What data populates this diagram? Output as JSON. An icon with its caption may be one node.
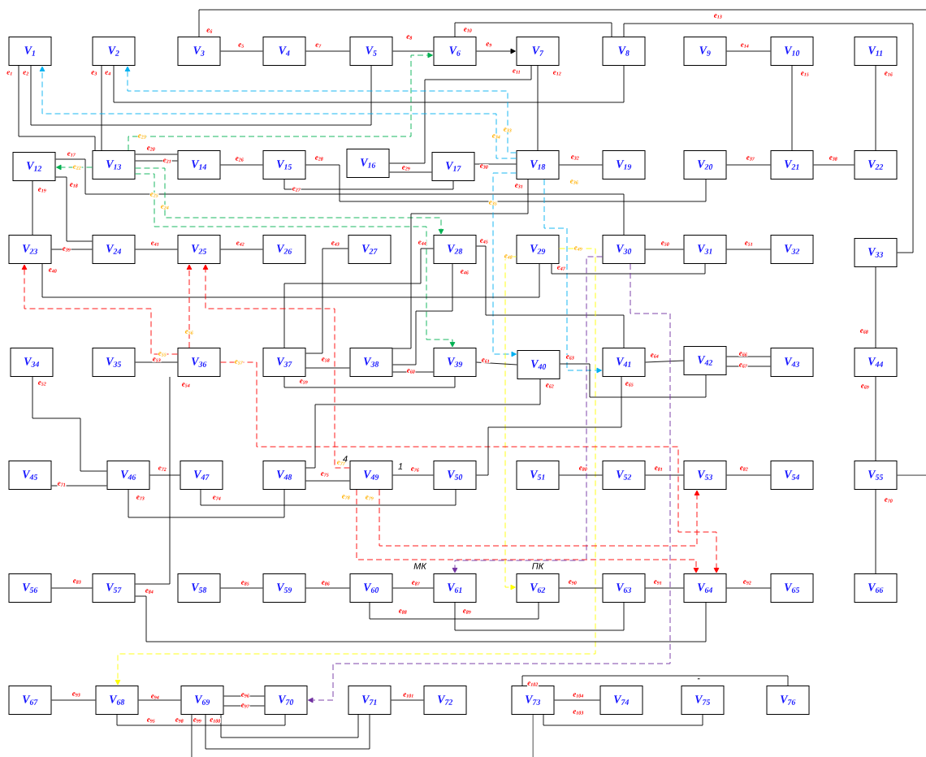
{
  "diagram": {
    "nodes": [
      {
        "text": [
          "V$_{1}$"
        ]
      },
      {
        "text": [
          "V$_{2}$"
        ]
      },
      {
        "text": [
          "V$_{3}$"
        ]
      },
      {
        "text": [
          "V$_{4}$"
        ]
      },
      {
        "text": [
          "V$_{5}$"
        ]
      },
      {
        "text": [
          "V$_{6}$"
        ]
      },
      {
        "text": [
          "V$_{7}$"
        ]
      },
      {
        "text": [
          "V$_{8}$"
        ]
      },
      {
        "text": [
          "V$_{9}$"
        ]
      },
      {
        "text": [
          "V$_{10}$"
        ]
      },
      {
        "text": [
          "V$_{11}$"
        ]
      },
      {
        "text": [
          "V$_{12}$"
        ]
      },
      {
        "text": [
          "V$_{13}$"
        ]
      },
      {
        "text": [
          "V$_{14}$"
        ]
      },
      {
        "text": [
          "V$_{15}$"
        ]
      },
      {
        "text": [
          "V$_{16}$"
        ]
      },
      {
        "text": [
          "V$_{17}$"
        ]
      },
      {
        "text": [
          "V$_{18}$"
        ]
      },
      {
        "text": [
          "V$_{19}$"
        ]
      },
      {
        "text": [
          "V$_{20}$"
        ]
      },
      {
        "text": [
          "V$_{21}$"
        ]
      },
      {
        "text": [
          "V$_{22}$"
        ]
      },
      {
        "text": [
          "V$_{23}$"
        ]
      },
      {
        "text": [
          "V$_{24}$"
        ]
      },
      {
        "text": [
          "V$_{25}$"
        ]
      },
      {
        "text": [
          "V$_{26}$"
        ]
      },
      {
        "text": [
          "V$_{27}$"
        ]
      },
      {
        "text": [
          "V$_{28}$"
        ]
      },
      {
        "text": [
          "V$_{29}$"
        ]
      },
      {
        "text": [
          "V$_{30}$"
        ]
      },
      {
        "text": [
          "V$_{31}$"
        ]
      },
      {
        "text": [
          "V$_{32}$"
        ]
      },
      {
        "text": [
          "V$_{33}$"
        ]
      },
      {
        "text": [
          "V$_{34}$"
        ]
      },
      {
        "text": [
          "V$_{35}$"
        ]
      },
      {
        "text": [
          "V$_{36}$"
        ]
      },
      {
        "text": [
          "V$_{37}$"
        ]
      },
      {
        "text": [
          "V$_{38}$"
        ]
      },
      {
        "text": [
          "V$_{39}$"
        ]
      },
      {
        "text": [
          "V$_{40}$"
        ]
      },
      {
        "text": [
          "V$_{41}$"
        ]
      },
      {
        "text": [
          "V$_{42}$"
        ]
      },
      {
        "text": [
          "V$_{43}$"
        ]
      },
      {
        "text": [
          "V$_{44}$"
        ]
      },
      {
        "text": [
          "V$_{45}$"
        ]
      },
      {
        "text": [
          "V$_{46}$"
        ]
      },
      {
        "text": [
          "V$_{47}$"
        ]
      },
      {
        "text": [
          "V$_{48}$"
        ]
      },
      {
        "text": [
          "V$_{49}$"
        ]
      },
      {
        "text": [
          "V$_{50}$"
        ]
      },
      {
        "text": [
          "V$_{51}$"
        ]
      },
      {
        "text": [
          "V$_{52}$"
        ]
      },
      {
        "text": [
          "V$_{53}$"
        ]
      },
      {
        "text": [
          "V$_{54}$"
        ]
      },
      {
        "text": [
          "V$_{55}$"
        ]
      },
      {
        "text": [
          "V$_{56}$"
        ]
      },
      {
        "text": [
          "V$_{57}$"
        ]
      },
      {
        "text": [
          "V$_{58}$"
        ]
      },
      {
        "text": [
          "V$_{59}$"
        ]
      },
      {
        "text": [
          "V$_{60}$"
        ]
      },
      {
        "text": [
          "V$_{61}$"
        ]
      },
      {
        "text": [
          "V$_{62}$"
        ]
      },
      {
        "text": [
          "V$_{63}$"
        ]
      },
      {
        "text": [
          "V$_{64}$"
        ]
      },
      {
        "text": [
          "V$_{65}$"
        ]
      },
      {
        "text": [
          "V$_{66}$"
        ]
      },
      {
        "text": [
          "V$_{67}$"
        ]
      },
      {
        "text": [
          "V$_{68}$"
        ]
      },
      {
        "text": [
          "V$_{69}$"
        ]
      },
      {
        "text": [
          "V$_{70}$"
        ]
      },
      {
        "text": [
          "V$_{71}$"
        ]
      },
      {
        "text": [
          "V$_{72}$"
        ]
      },
      {
        "text": [
          "V$_{73}$"
        ]
      },
      {
        "text": [
          "V$_{74}$"
        ]
      },
      {
        "text": [
          "V$_{75}$"
        ]
      },
      {
        "text": [
          "V$_{76}$"
        ]
      }
    ],
    "edges": [
      {
        "from": 0,
        "to": 12,
        "arrow": "none",
        "label": "e$_{1}$"
      },
      {
        "from": 0,
        "to": 4,
        "arrow": "none",
        "label": "e$_{2}$"
      },
      {
        "from": 1,
        "to": 12,
        "arrow": "none",
        "label": "e$_{3}$"
      },
      {
        "from": 1,
        "to": 7,
        "arrow": "none",
        "label": "e$_{4}$"
      },
      {
        "from": 2,
        "to": 3,
        "arrow": "none",
        "label": "e$_{5}$"
      },
      {
        "from": 2,
        "to": null,
        "arrow": "none",
        "label": "e$_{6}$"
      },
      {
        "from": 3,
        "to": 4,
        "arrow": "none",
        "label": "e$_{7}$"
      },
      {
        "from": 4,
        "to": 5,
        "arrow": "none",
        "label": "e$_{8}$"
      },
      {
        "from": 5,
        "to": 6,
        "arrow": "to",
        "label": "e$_{9}$"
      },
      {
        "from": 5,
        "to": 7,
        "arrow": "none",
        "label": "e$_{10}$"
      },
      {
        "from": 6,
        "to": 15,
        "arrow": "none",
        "label": "e$_{11}$"
      },
      {
        "from": 6,
        "to": 17,
        "arrow": "none",
        "label": "e$_{12}$"
      },
      {
        "from": 7,
        "to": 32,
        "arrow": "none",
        "label": "e$_{13}$"
      },
      {
        "from": 8,
        "to": 9,
        "arrow": "none",
        "label": "e$_{14}$"
      },
      {
        "from": 9,
        "to": 20,
        "arrow": "none",
        "label": "e$_{15}$"
      },
      {
        "from": 10,
        "to": 21,
        "arrow": "none",
        "label": "e$_{16}$"
      },
      {
        "from": 11,
        "to": 29,
        "arrow": "none",
        "label": "e$_{17}$"
      },
      {
        "from": 11,
        "to": 23,
        "arrow": "none",
        "label": "e$_{18}$"
      },
      {
        "from": 11,
        "to": 22,
        "arrow": "none",
        "label": "e$_{19}$"
      },
      {
        "from": 12,
        "to": 13,
        "arrow": "none",
        "label": "e$_{20}$"
      },
      {
        "from": 12,
        "to": 13,
        "arrow": "none",
        "label": "e$_{21}$"
      },
      {
        "from": 12,
        "to": 11,
        "arrow": "to",
        "label": "e$_{22}$",
        "style": "dashed",
        "color": "#00b050"
      },
      {
        "from": 12,
        "to": 5,
        "arrow": "to",
        "label": "e$_{23}$",
        "style": "dashed",
        "color": "#00b050"
      },
      {
        "from": 12,
        "to": 27,
        "arrow": "to",
        "label": "e$_{24}$",
        "style": "dashed",
        "color": "#00b050"
      },
      {
        "from": 12,
        "to": 38,
        "arrow": "to",
        "label": "e$_{25}$",
        "style": "dashed",
        "color": "#00b050"
      },
      {
        "from": 13,
        "to": 14,
        "arrow": "none",
        "label": "e$_{26}$"
      },
      {
        "from": 14,
        "to": 16,
        "arrow": "none",
        "label": "e$_{27}$"
      },
      {
        "from": 14,
        "to": 19,
        "arrow": "none",
        "label": "e$_{28}$"
      },
      {
        "from": 15,
        "to": 16,
        "arrow": "none",
        "label": "e$_{29}$"
      },
      {
        "from": 16,
        "to": 17,
        "arrow": "none",
        "label": "e$_{30}$"
      },
      {
        "from": 17,
        "to": 37,
        "arrow": "none",
        "label": "e$_{31}$"
      },
      {
        "from": 17,
        "to": 18,
        "arrow": "none",
        "label": "e$_{32}$"
      },
      {
        "from": 17,
        "to": 1,
        "arrow": "to",
        "label": "e$_{33}$",
        "style": "dashed",
        "color": "#00b0f0"
      },
      {
        "from": 17,
        "to": 0,
        "arrow": "to",
        "label": "e$_{34}$",
        "style": "dashed",
        "color": "#00b0f0"
      },
      {
        "from": 17,
        "to": 39,
        "arrow": "to",
        "label": "e$_{35}$",
        "style": "dashed",
        "color": "#00b0f0"
      },
      {
        "from": 17,
        "to": 40,
        "arrow": "to",
        "label": "e$_{36}$",
        "style": "dashed",
        "color": "#00b0f0"
      },
      {
        "from": 19,
        "to": 20,
        "arrow": "none",
        "label": "e$_{37}$"
      },
      {
        "from": 20,
        "to": 21,
        "arrow": "none",
        "label": "e$_{38}$"
      },
      {
        "from": 22,
        "to": 23,
        "arrow": "none",
        "label": "e$_{39}$"
      },
      {
        "from": 22,
        "to": 28,
        "arrow": "none",
        "label": "e$_{40}$"
      },
      {
        "from": 23,
        "to": 24,
        "arrow": "none",
        "label": "e$_{41}$"
      },
      {
        "from": 24,
        "to": 25,
        "arrow": "none",
        "label": "e$_{42}$"
      },
      {
        "from": 26,
        "to": 36,
        "arrow": "none",
        "label": "e$_{43}$"
      },
      {
        "from": 27,
        "to": 36,
        "arrow": "none",
        "label": "e$_{44}$"
      },
      {
        "from": 27,
        "to": 40,
        "arrow": "none",
        "label": "e$_{45}$"
      },
      {
        "from": 27,
        "to": 37,
        "arrow": "none",
        "label": "e$_{46}$"
      },
      {
        "from": 28,
        "to": 30,
        "arrow": "none",
        "label": "e$_{47}$"
      },
      {
        "from": 28,
        "to": 61,
        "arrow": "to",
        "label": "e$_{48}$",
        "style": "dashed",
        "color": "#ffff00"
      },
      {
        "from": 28,
        "to": 67,
        "arrow": "to",
        "label": "e$_{49}$",
        "style": "dashed",
        "color": "#ffff00"
      },
      {
        "from": 29,
        "to": 30,
        "arrow": "none",
        "label": "e$_{50}$"
      },
      {
        "from": 30,
        "to": 31,
        "arrow": "none",
        "label": "e$_{51}$"
      },
      {
        "from": 33,
        "to": 45,
        "arrow": "none",
        "label": "e$_{52}$"
      },
      {
        "from": 34,
        "to": 35,
        "arrow": "none",
        "label": "e$_{53}$"
      },
      {
        "from": 35,
        "to": 56,
        "arrow": "none",
        "label": "e$_{54}$"
      },
      {
        "from": 35,
        "to": 22,
        "arrow": "to",
        "label": "e$_{55}$",
        "style": "dashed",
        "color": "#ff0000"
      },
      {
        "from": 35,
        "to": 24,
        "arrow": "to",
        "label": "e$_{56}$",
        "style": "dashed",
        "color": "#ff0000"
      },
      {
        "from": 35,
        "to": 63,
        "arrow": "to",
        "label": "e$_{57}$",
        "style": "dashed",
        "color": "#ff0000"
      },
      {
        "from": 36,
        "to": 37,
        "arrow": "none",
        "label": "e$_{58}$"
      },
      {
        "from": 36,
        "to": 38,
        "arrow": "none",
        "label": "e$_{59}$"
      },
      {
        "from": 37,
        "to": 38,
        "arrow": "none",
        "label": "e$_{60}$"
      },
      {
        "from": 38,
        "to": 39,
        "arrow": "none",
        "label": "e$_{61}$"
      },
      {
        "from": 39,
        "to": 47,
        "arrow": "none",
        "label": "e$_{62}$"
      },
      {
        "from": 39,
        "to": 41,
        "arrow": "none",
        "label": "e$_{63}$"
      },
      {
        "from": 40,
        "to": 41,
        "arrow": "none",
        "label": "e$_{64}$"
      },
      {
        "from": 40,
        "to": 49,
        "arrow": "none",
        "label": "e$_{65}$"
      },
      {
        "from": 41,
        "to": 42,
        "arrow": "none",
        "label": "e$_{66}$"
      },
      {
        "from": 41,
        "to": 42,
        "arrow": "none",
        "label": "e$_{67}$"
      },
      {
        "from": 32,
        "to": 43,
        "arrow": "none",
        "label": "e$_{68}$"
      },
      {
        "from": 43,
        "to": 54,
        "arrow": "none",
        "label": "e$_{69}$"
      },
      {
        "from": 54,
        "to": 65,
        "arrow": "none",
        "label": "e$_{70}$"
      },
      {
        "from": 44,
        "to": 45,
        "arrow": "none",
        "label": "e$_{71}$"
      },
      {
        "from": 45,
        "to": 46,
        "arrow": "none",
        "label": "e$_{72}$"
      },
      {
        "from": 45,
        "to": 47,
        "arrow": "none",
        "label": "e$_{73}$"
      },
      {
        "from": 46,
        "to": 49,
        "arrow": "none",
        "label": "e$_{74}$"
      },
      {
        "from": 47,
        "to": 48,
        "arrow": "none",
        "label": "e$_{75}$"
      },
      {
        "from": 48,
        "to": 49,
        "arrow": "none",
        "label": "e$_{76}$"
      },
      {
        "from": 48,
        "to": 24,
        "arrow": "to",
        "label": "e$_{77}$",
        "style": "dashed",
        "color": "#ff0000"
      },
      {
        "from": 48,
        "to": 63,
        "arrow": "to",
        "label": "e$_{78}$",
        "style": "dashed",
        "color": "#ff0000"
      },
      {
        "from": 48,
        "to": 52,
        "arrow": "to",
        "label": "e$_{79}$",
        "style": "dashed",
        "color": "#ff0000"
      },
      {
        "from": 50,
        "to": 51,
        "arrow": "none",
        "label": "e$_{80}$"
      },
      {
        "from": 51,
        "to": 52,
        "arrow": "none",
        "label": "e$_{81}$"
      },
      {
        "from": 52,
        "to": 53,
        "arrow": "none",
        "label": "e$_{82}$"
      },
      {
        "from": 55,
        "to": 56,
        "arrow": "none",
        "label": "e$_{83}$"
      },
      {
        "from": 56,
        "to": 63,
        "arrow": "none",
        "label": "e$_{84}$"
      },
      {
        "from": 57,
        "to": 58,
        "arrow": "none",
        "label": "e$_{85}$"
      },
      {
        "from": 58,
        "to": 59,
        "arrow": "none",
        "label": "e$_{86}$"
      },
      {
        "from": 59,
        "to": 60,
        "arrow": "none",
        "label": "e$_{87}$"
      },
      {
        "from": 59,
        "to": 61,
        "arrow": "none",
        "label": "e$_{88}$"
      },
      {
        "from": 60,
        "to": 62,
        "arrow": "none",
        "label": "e$_{89}$"
      },
      {
        "from": 61,
        "to": 62,
        "arrow": "none",
        "label": "e$_{90}$"
      },
      {
        "from": 62,
        "to": 63,
        "arrow": "none",
        "label": "e$_{91}$"
      },
      {
        "from": 63,
        "to": 64,
        "arrow": "none",
        "label": "e$_{92}$"
      },
      {
        "from": 66,
        "to": 67,
        "arrow": "none",
        "label": "e$_{93}$"
      },
      {
        "from": 67,
        "to": 68,
        "arrow": "none",
        "label": "e$_{94}$"
      },
      {
        "from": 67,
        "to": 69,
        "arrow": "none",
        "label": "e$_{95}$"
      },
      {
        "from": 68,
        "to": 69,
        "arrow": "none",
        "label": "e$_{96}$"
      },
      {
        "from": 68,
        "to": 69,
        "arrow": "none",
        "label": "e$_{97}$"
      },
      {
        "from": 68,
        "to": null,
        "arrow": "none",
        "label": "e$_{98}$"
      },
      {
        "from": 68,
        "to": 70,
        "arrow": "none",
        "label": "e$_{99}$"
      },
      {
        "from": 68,
        "to": 70,
        "arrow": "none",
        "label": "e$_{100}$"
      },
      {
        "from": 70,
        "to": 71,
        "arrow": "none",
        "label": "e$_{101}$"
      },
      {
        "from": 72,
        "to": 75,
        "arrow": "none",
        "label": "e$_{102}$"
      },
      {
        "from": 72,
        "to": 74,
        "arrow": "none",
        "label": "e$_{103}$"
      },
      {
        "from": 72,
        "to": 73,
        "arrow": "none",
        "label": "e$_{104}$"
      },
      {
        "from": 29,
        "to": 60,
        "arrow": "to",
        "style": "dashed",
        "color": "#7030a0"
      },
      {
        "from": 29,
        "to": 69,
        "arrow": "to",
        "style": "dashed",
        "color": "#7030a0"
      },
      {
        "from": 54,
        "to": null,
        "arrow": "none"
      },
      {
        "from": 72,
        "to": null,
        "arrow": "none"
      }
    ],
    "labels": [
      "МК",
      "ПК",
      "4",
      "1",
      "-"
    ]
  }
}
